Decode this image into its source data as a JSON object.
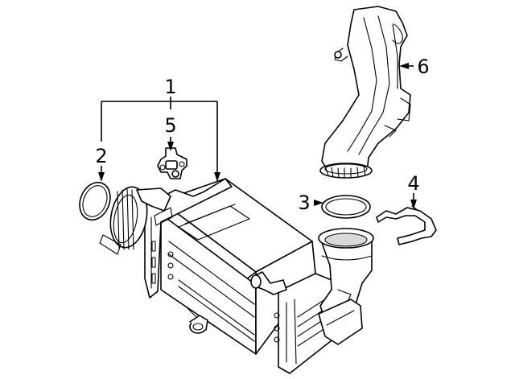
{
  "callouts": [
    {
      "id": "1",
      "text": "1"
    },
    {
      "id": "2",
      "text": "2"
    },
    {
      "id": "3",
      "text": "3"
    },
    {
      "id": "4",
      "text": "4"
    },
    {
      "id": "5",
      "text": "5"
    },
    {
      "id": "6",
      "text": "6"
    }
  ],
  "parts": [
    {
      "callout": "1",
      "icon": "intercooler-assembly-icon"
    },
    {
      "callout": "2",
      "icon": "o-ring-seal-icon"
    },
    {
      "callout": "3",
      "icon": "o-ring-seal-icon"
    },
    {
      "callout": "4",
      "icon": "retaining-clip-icon"
    },
    {
      "callout": "5",
      "icon": "sensor-icon"
    },
    {
      "callout": "6",
      "icon": "intake-hose-icon"
    }
  ],
  "colors": {
    "line": "#000000",
    "background": "#ffffff"
  }
}
